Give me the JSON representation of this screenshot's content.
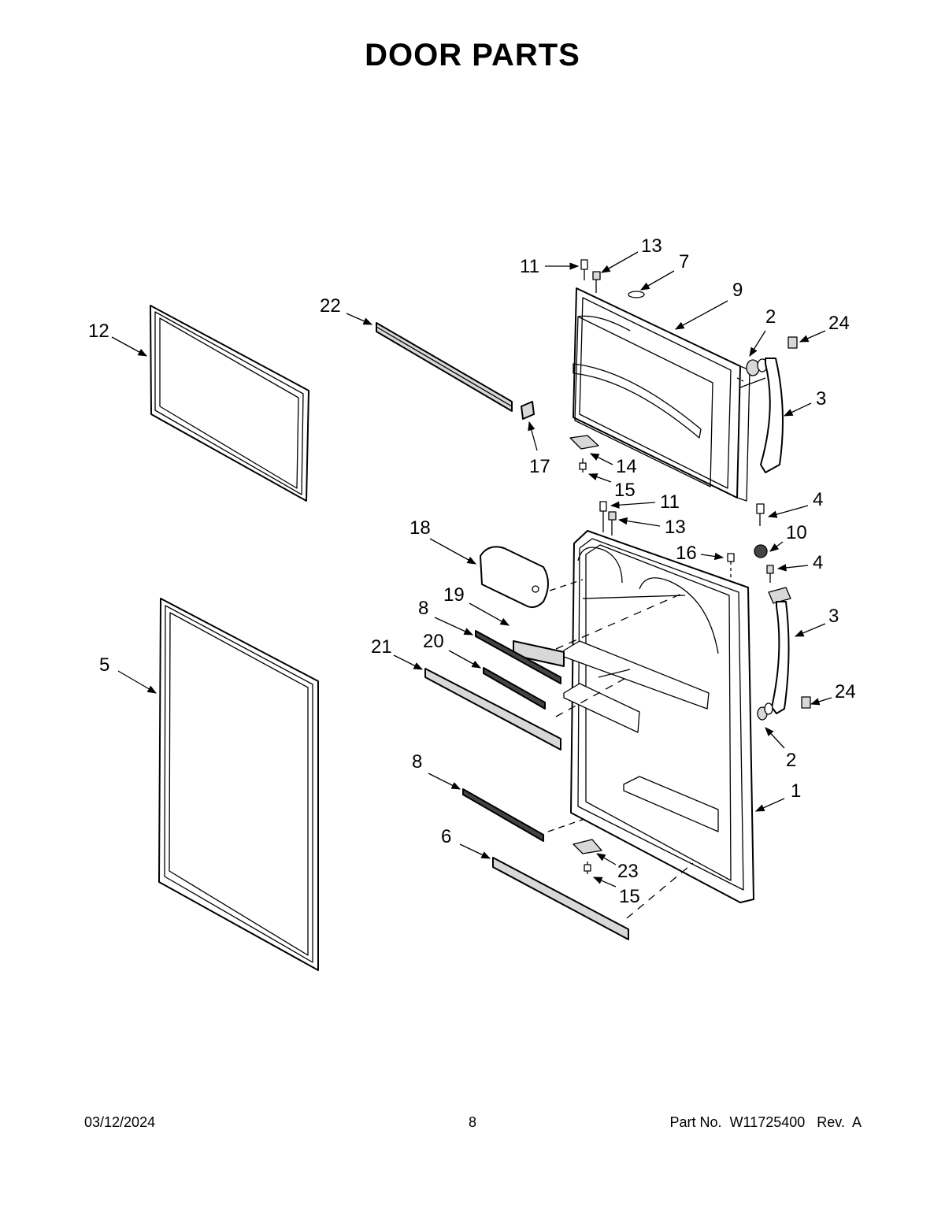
{
  "title": "DOOR PARTS",
  "footer": {
    "date": "03/12/2024",
    "page": "8",
    "part_number": "Part No.  W11725400   Rev.  A"
  },
  "callouts": {
    "c1": "1",
    "c2a": "2",
    "c2b": "2",
    "c3a": "3",
    "c3b": "3",
    "c4a": "4",
    "c4b": "4",
    "c5": "5",
    "c6": "6",
    "c7": "7",
    "c8a": "8",
    "c8b": "8",
    "c9": "9",
    "c10": "10",
    "c11a": "11",
    "c11b": "11",
    "c12": "12",
    "c13a": "13",
    "c13b": "13",
    "c14": "14",
    "c15a": "15",
    "c15b": "15",
    "c16": "16",
    "c17": "17",
    "c18": "18",
    "c19": "19",
    "c20": "20",
    "c21": "21",
    "c22": "22",
    "c23": "23",
    "c24a": "24",
    "c24b": "24"
  }
}
